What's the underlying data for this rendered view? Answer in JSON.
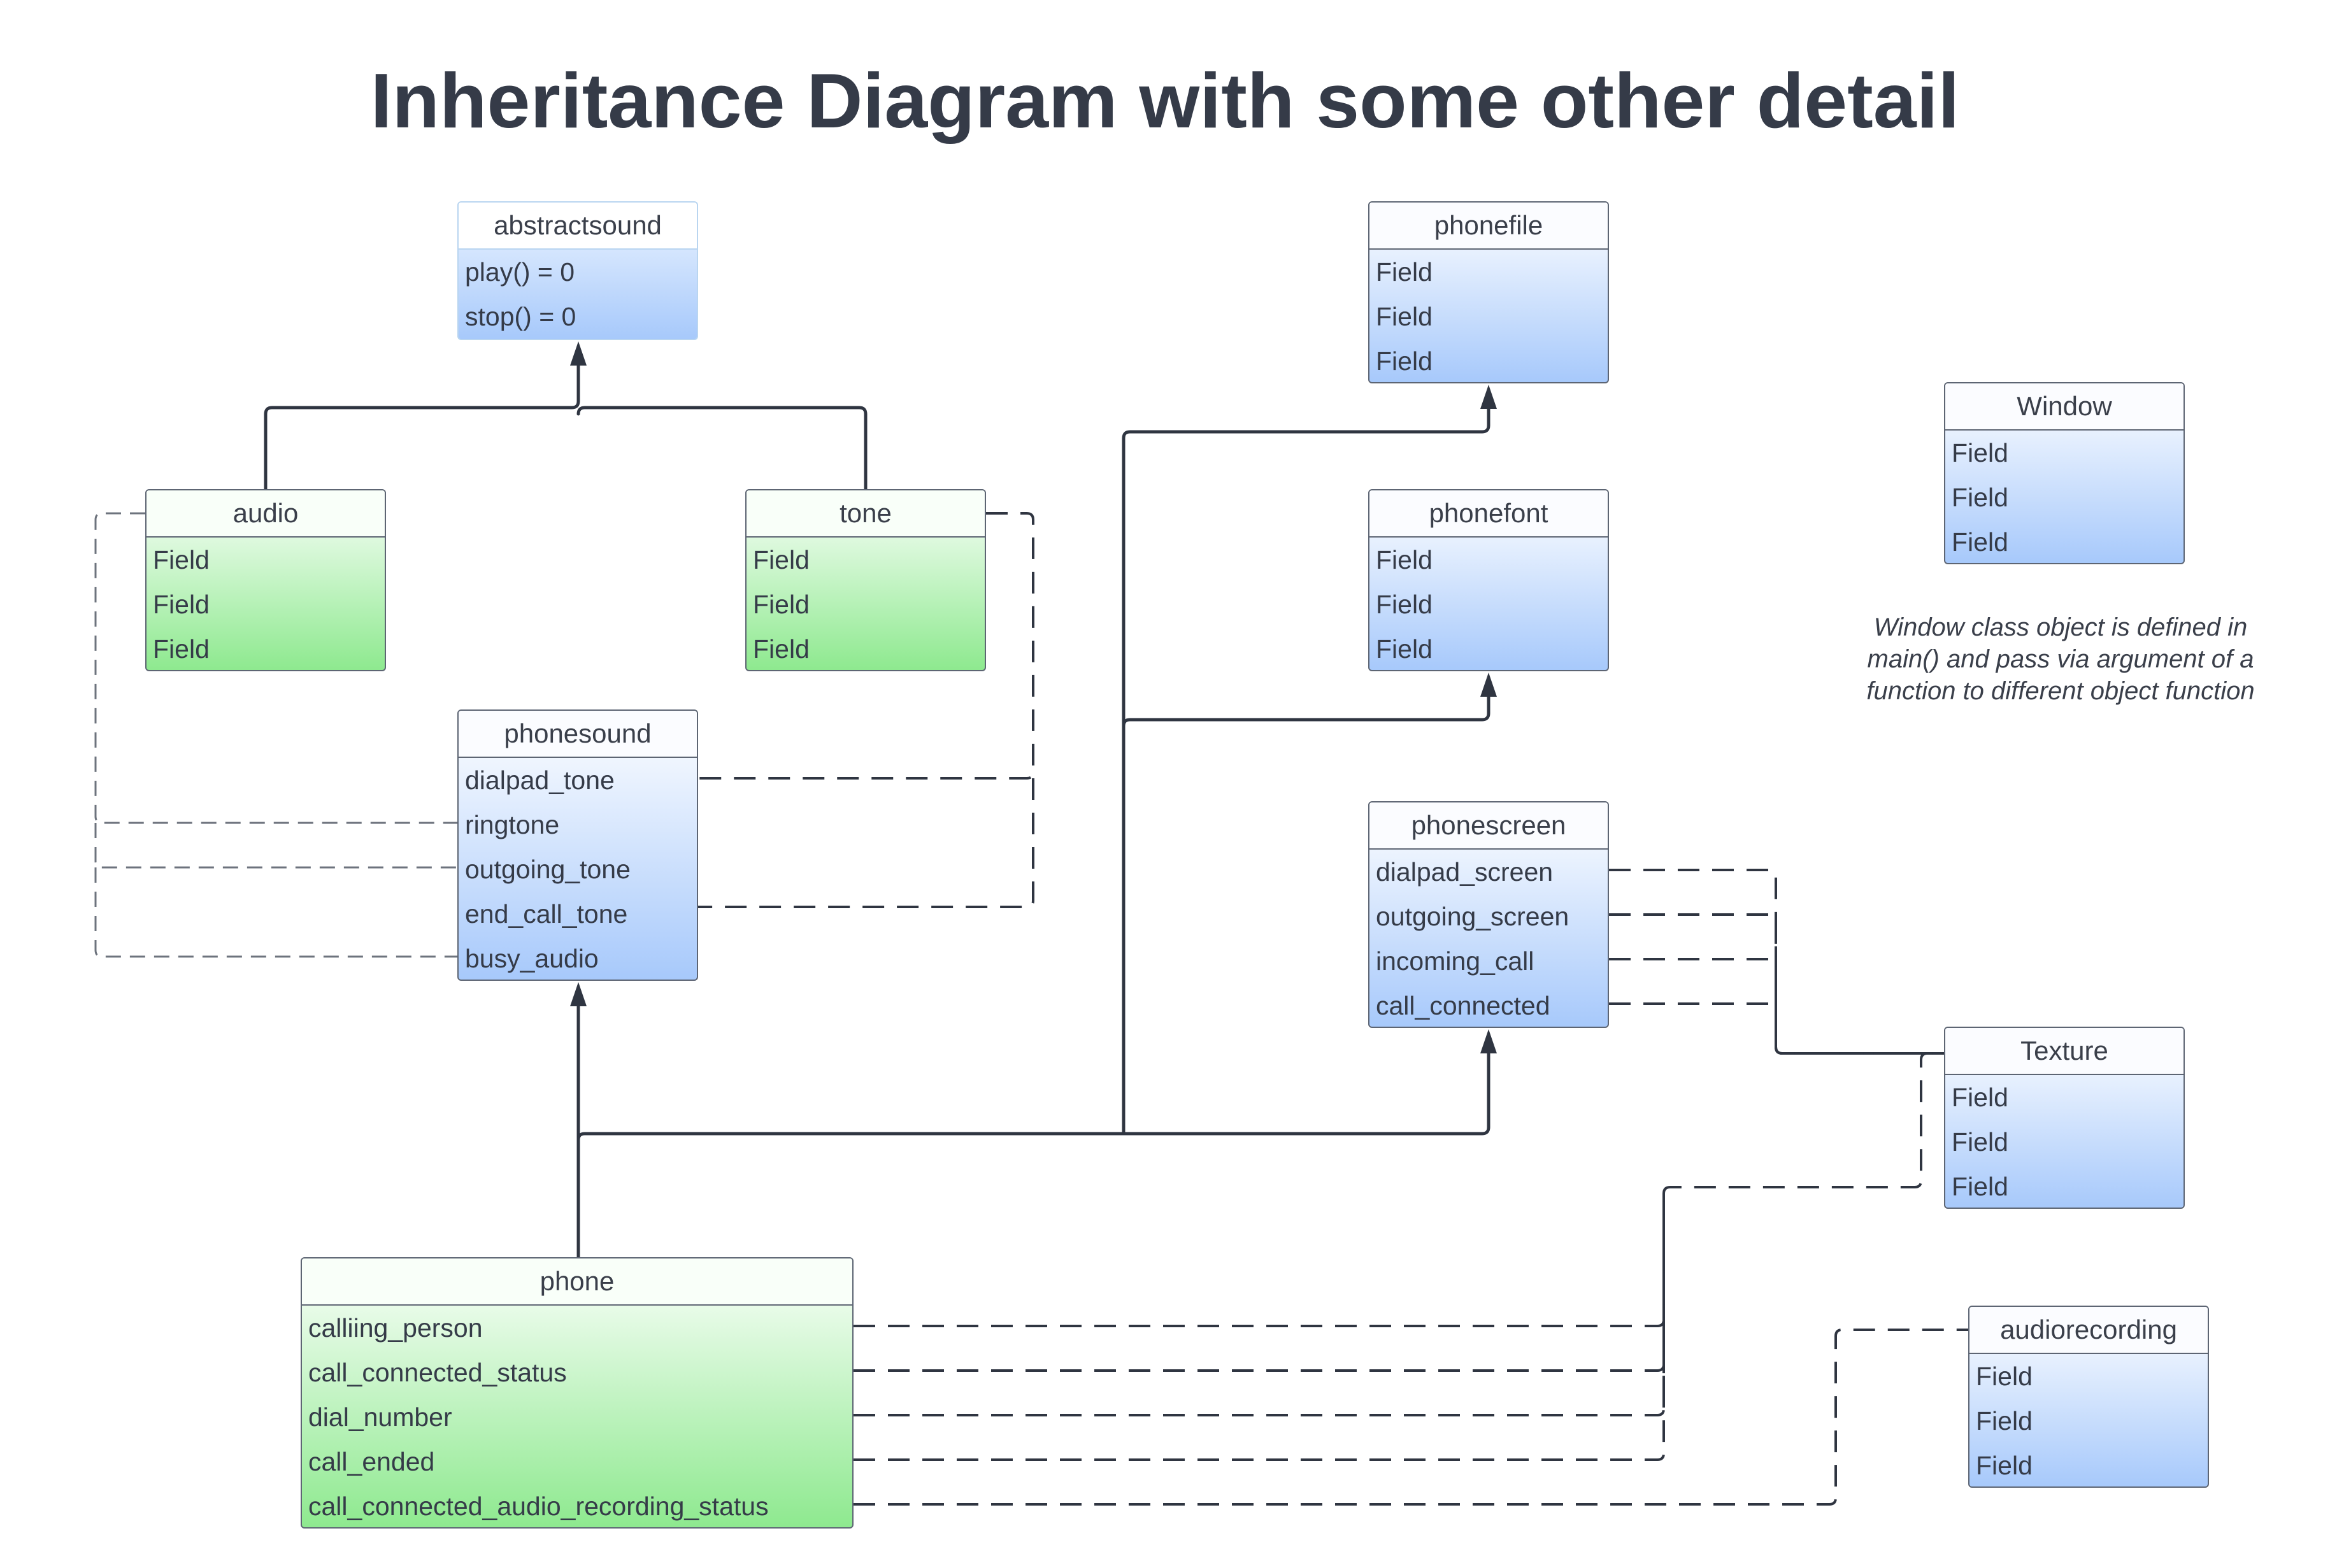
{
  "title": "Inheritance Diagram with some other detail",
  "classes": {
    "abstractsound": {
      "name": "abstractsound",
      "rows": [
        "play() = 0",
        "stop()  = 0"
      ]
    },
    "audio": {
      "name": "audio",
      "rows": [
        "Field",
        "Field",
        "Field"
      ]
    },
    "tone": {
      "name": "tone",
      "rows": [
        "Field",
        "Field",
        "Field"
      ]
    },
    "phonesound": {
      "name": "phonesound",
      "rows": [
        "dialpad_tone",
        "ringtone",
        "outgoing_tone",
        "end_call_tone",
        "busy_audio"
      ]
    },
    "phone": {
      "name": "phone",
      "rows": [
        "calliing_person",
        "call_connected_status",
        "dial_number",
        "call_ended",
        "call_connected_audio_recording_status"
      ]
    },
    "phonefile": {
      "name": "phonefile",
      "rows": [
        "Field",
        "Field",
        "Field"
      ]
    },
    "phonefont": {
      "name": "phonefont",
      "rows": [
        "Field",
        "Field",
        "Field"
      ]
    },
    "phonescreen": {
      "name": "phonescreen",
      "rows": [
        "dialpad_screen",
        "outgoing_screen",
        "incoming_call",
        "call_connected"
      ]
    },
    "window": {
      "name": "Window",
      "rows": [
        "Field",
        "Field",
        "Field"
      ]
    },
    "texture": {
      "name": "Texture",
      "rows": [
        "Field",
        "Field",
        "Field"
      ]
    },
    "audiorecording": {
      "name": "audiorecording",
      "rows": [
        "Field",
        "Field",
        "Field"
      ]
    }
  },
  "note": "Window class object is defined in main() and pass via argument of a function to different object function",
  "colors": {
    "line": "#2f3541",
    "dash_light": "#6d737d",
    "green_fill": "#8ee98f",
    "blue_fill": "#a7c9fb"
  }
}
